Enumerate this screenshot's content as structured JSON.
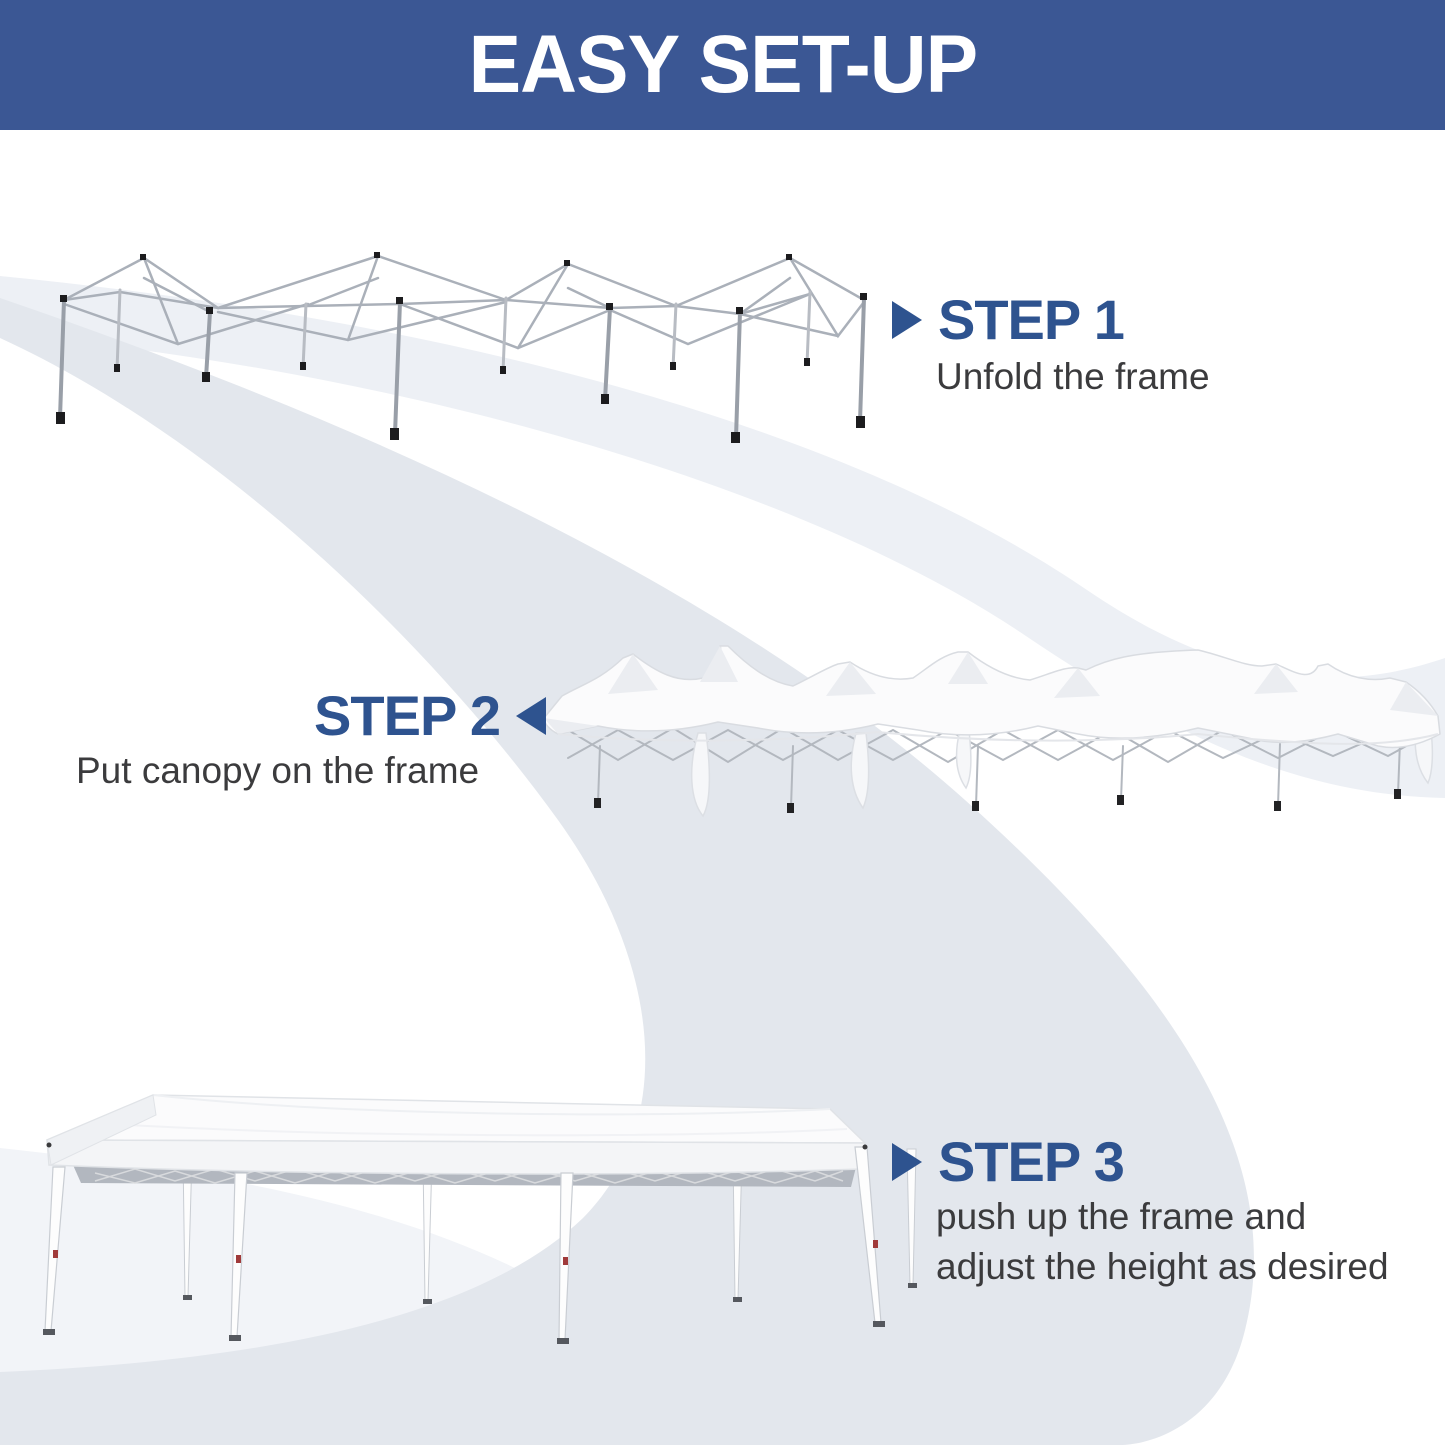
{
  "header": {
    "title": "EASY SET-UP",
    "bg_color": "#3b5794",
    "text_color": "#ffffff"
  },
  "steps": [
    {
      "label": "STEP 1",
      "description": "Unfold the frame",
      "arrow_icon": "triangle-right-icon"
    },
    {
      "label": "STEP 2",
      "description": "Put canopy on the frame",
      "arrow_icon": "triangle-left-icon"
    },
    {
      "label": "STEP 3",
      "description_line1": "push up the frame and",
      "description_line2": "adjust the height as desired",
      "arrow_icon": "triangle-right-icon"
    }
  ],
  "illustrations": [
    {
      "name": "folded-canopy-frame",
      "caption_step": "STEP 1"
    },
    {
      "name": "canopy-fabric-on-folded-frame",
      "caption_step": "STEP 2"
    },
    {
      "name": "assembled-pop-up-canopy",
      "caption_step": "STEP 3"
    }
  ],
  "colors": {
    "accent_blue": "#2e538f",
    "header_blue": "#3b5794",
    "body_text": "#3b3b3d",
    "swoosh_light": "#edf0f5",
    "swoosh_dark": "#e3e7ed",
    "swoosh_glow": "#f2f4f8",
    "frame_metal": "#a2a8b1",
    "joint_black": "#1c1c1e",
    "canopy_white": "#fbfbfc",
    "leg_red_marker": "#a03a3a"
  }
}
